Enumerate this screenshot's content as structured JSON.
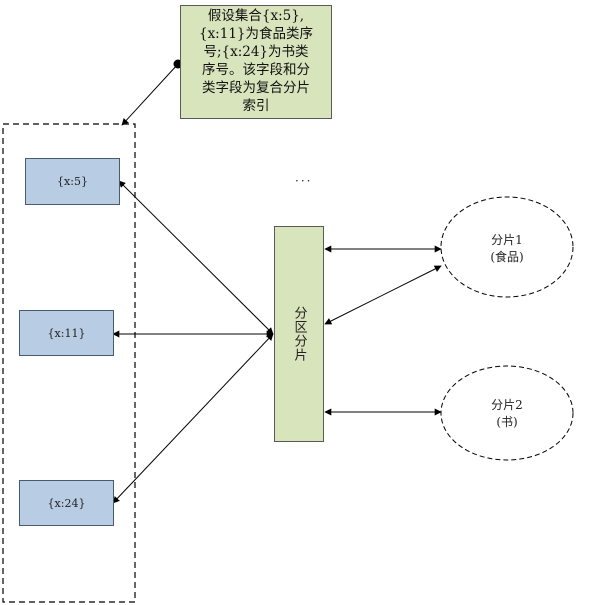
{
  "note": {
    "lines": [
      "假设集合{x:5},",
      "{x:11}为食品类序",
      "号;{x:24}为书类",
      "序号。该字段和分",
      "类字段为复合分片",
      "索引"
    ]
  },
  "documents": [
    {
      "label": "{x:5}"
    },
    {
      "label": "{x:11}"
    },
    {
      "label": "{x:24}"
    }
  ],
  "router": {
    "label": "分区分片"
  },
  "ellipsis": "···",
  "shards": [
    {
      "name": "分片1",
      "category": "(食品)"
    },
    {
      "name": "分片2",
      "category": "(书)"
    }
  ],
  "colors": {
    "note_fill": "#d8e4bc",
    "doc_fill": "#b8cce4",
    "router_fill": "#d8e4bc",
    "line": "#000000"
  }
}
